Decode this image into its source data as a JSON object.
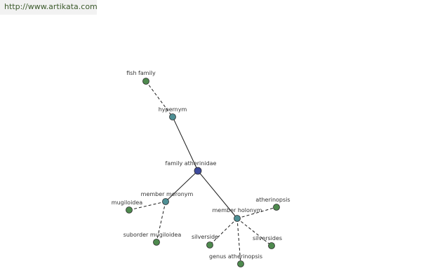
{
  "header": {
    "url": "http://www.artikata.com"
  },
  "colors": {
    "center": "#3d4a9c",
    "relation": "#4e8f94",
    "leaf": "#4e8a4e",
    "node_stroke": "#2a2a2a",
    "url_text": "#3b5a2b"
  },
  "graph": {
    "nodes": [
      {
        "id": "fish-family",
        "label": "fish family",
        "kind": "leaf"
      },
      {
        "id": "hypernym",
        "label": "hypernym",
        "kind": "relation"
      },
      {
        "id": "family-atherinidae",
        "label": "family atherinidae",
        "kind": "center"
      },
      {
        "id": "member-meronym",
        "label": "member meronym",
        "kind": "relation"
      },
      {
        "id": "mugiloidea",
        "label": "mugiloidea",
        "kind": "leaf"
      },
      {
        "id": "suborder-mugiloidea",
        "label": "suborder mugiloidea",
        "kind": "leaf"
      },
      {
        "id": "member-holonym",
        "label": "member holonym",
        "kind": "relation"
      },
      {
        "id": "atherinopsis",
        "label": "atherinopsis",
        "kind": "leaf"
      },
      {
        "id": "silverside",
        "label": "silverside",
        "kind": "leaf"
      },
      {
        "id": "silversides",
        "label": "silversides",
        "kind": "leaf"
      },
      {
        "id": "genus-atherinopsis",
        "label": "genus atherinopsis",
        "kind": "leaf"
      }
    ],
    "edges": [
      {
        "from": "fish-family",
        "to": "hypernym",
        "style": "dashed"
      },
      {
        "from": "hypernym",
        "to": "family-atherinidae",
        "style": "solid"
      },
      {
        "from": "family-atherinidae",
        "to": "member-meronym",
        "style": "solid"
      },
      {
        "from": "family-atherinidae",
        "to": "member-holonym",
        "style": "solid"
      },
      {
        "from": "member-meronym",
        "to": "mugiloidea",
        "style": "dashed"
      },
      {
        "from": "member-meronym",
        "to": "suborder-mugiloidea",
        "style": "dashed"
      },
      {
        "from": "member-holonym",
        "to": "atherinopsis",
        "style": "dashed"
      },
      {
        "from": "member-holonym",
        "to": "silverside",
        "style": "dashed"
      },
      {
        "from": "member-holonym",
        "to": "silversides",
        "style": "dashed"
      },
      {
        "from": "member-holonym",
        "to": "genus-atherinopsis",
        "style": "dashed"
      }
    ]
  }
}
